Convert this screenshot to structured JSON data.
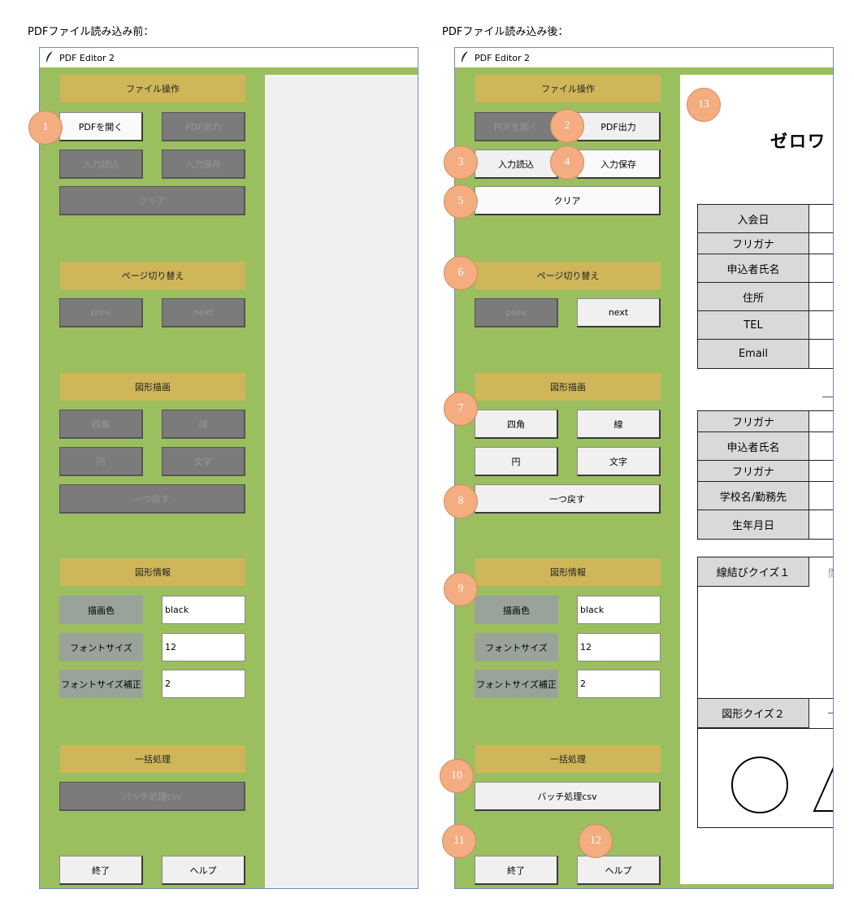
{
  "captions": {
    "before": "PDFファイル読み込み前：",
    "after": "PDFファイル読み込み後："
  },
  "window": {
    "title": "PDF Editor 2"
  },
  "sections": {
    "file_ops": "ファイル操作",
    "page_switch": "ページ切り替え",
    "drawing": "図形描画",
    "shape_info": "図形情報",
    "batch": "一括処理"
  },
  "buttons": {
    "open_pdf": "PDFを開く",
    "export_pdf": "PDF出力",
    "load_input": "入力読込",
    "save_input": "入力保存",
    "clear": "クリア",
    "prev": "prev",
    "next": "next",
    "rect": "四角",
    "line": "線",
    "circle": "円",
    "text": "文字",
    "undo": "一つ戻す",
    "batch_csv": "バッチ処理csv",
    "exit": "終了",
    "help": "ヘルプ"
  },
  "fields": {
    "color_label": "描画色",
    "color_value": "black",
    "font_size_label": "フォントサイズ",
    "font_size_value": "12",
    "font_adj_label": "フォントサイズ補正",
    "font_adj_value": "2"
  },
  "badges": [
    "1",
    "2",
    "3",
    "4",
    "5",
    "6",
    "7",
    "8",
    "9",
    "10",
    "11",
    "12",
    "13"
  ],
  "document": {
    "title": "ゼロワ",
    "form1": [
      "入会日",
      "フリガナ",
      "申込者氏名",
      "住所",
      "TEL",
      "Email"
    ],
    "form2": [
      "フリガナ",
      "申込者氏名",
      "フリガナ",
      "学校名/勤務先",
      "生年月日"
    ],
    "quiz1": "線結びクイズ１",
    "quiz1_tail": "問",
    "quiz2": "図形クイズ２"
  },
  "colors": {
    "panel": "#9bbf5f",
    "section": "#cfb659",
    "badge": "#f4ad80",
    "label": "#9aa39a",
    "disabled": "#7b7b7b"
  }
}
